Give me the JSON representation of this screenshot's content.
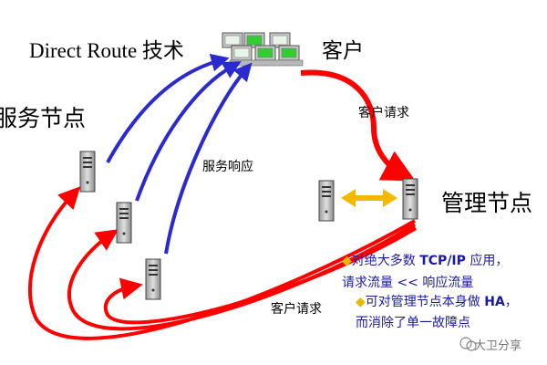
{
  "title": "Direct Route 技术",
  "labels": {
    "client": "客户",
    "service_nodes": "服务节点",
    "management_node": "管理节点",
    "client_request_top": "客户请求",
    "service_response": "服务响应",
    "client_request_bottom": "客户请求"
  },
  "notes": {
    "line1_prefix": "对绝大多数 ",
    "line1_bold": "TCP/IP",
    "line1_suffix": " 应用，",
    "line2": "请求流量  << 响应流量",
    "line3_prefix": "可对管理节点本身做 ",
    "line3_bold": "HA",
    "line3_suffix": "，",
    "line4": "而消除了单一故障点"
  },
  "watermark": "大卫分享",
  "colors": {
    "request_arrow": "#ff0000",
    "response_arrow": "#2a2ad0",
    "ha_link": "#f5b800",
    "note_text": "#1a1aa8",
    "client_screen": "#33cc33"
  }
}
